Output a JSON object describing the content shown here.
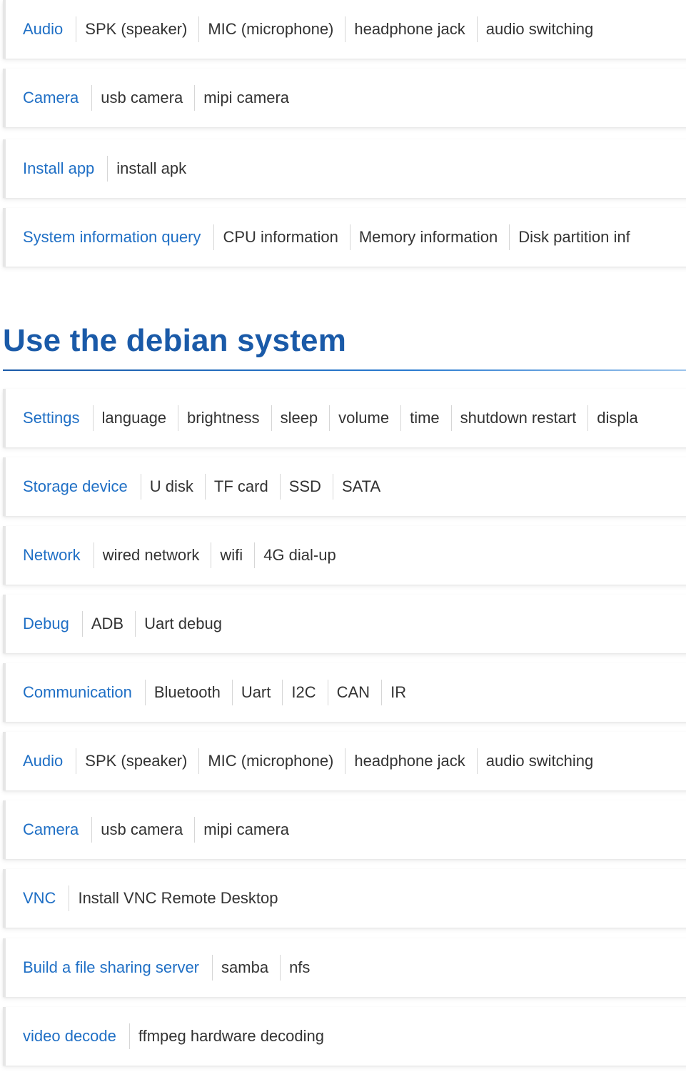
{
  "top_rows": [
    {
      "category": "Audio",
      "items": [
        "SPK (speaker)",
        "MIC (microphone)",
        "headphone jack",
        "audio switching"
      ]
    },
    {
      "category": "Camera",
      "items": [
        "usb camera",
        "mipi camera"
      ]
    },
    {
      "category": "Install app",
      "items": [
        "install apk"
      ]
    },
    {
      "category": "System information query",
      "items": [
        "CPU information",
        "Memory information",
        "Disk partition inf"
      ]
    }
  ],
  "debian_section": {
    "title": "Use the debian system",
    "rows": [
      {
        "category": "Settings",
        "items": [
          "language",
          "brightness",
          "sleep",
          "volume",
          "time",
          "shutdown restart",
          "displa"
        ]
      },
      {
        "category": "Storage device",
        "items": [
          "U disk",
          "TF card",
          "SSD",
          "SATA"
        ]
      },
      {
        "category": "Network",
        "items": [
          "wired network",
          "wifi",
          "4G dial-up"
        ]
      },
      {
        "category": "Debug",
        "items": [
          "ADB",
          "Uart debug"
        ]
      },
      {
        "category": "Communication",
        "items": [
          "Bluetooth",
          "Uart",
          "I2C",
          "CAN",
          "IR"
        ]
      },
      {
        "category": "Audio",
        "items": [
          "SPK (speaker)",
          "MIC (microphone)",
          "headphone jack",
          "audio switching"
        ]
      },
      {
        "category": "Camera",
        "items": [
          "usb camera",
          "mipi camera"
        ]
      },
      {
        "category": "VNC",
        "items": [
          "Install VNC Remote Desktop"
        ]
      },
      {
        "category": "Build a file sharing server",
        "items": [
          "samba",
          "nfs"
        ]
      },
      {
        "category": "video decode",
        "items": [
          "ffmpeg hardware decoding"
        ]
      }
    ]
  }
}
